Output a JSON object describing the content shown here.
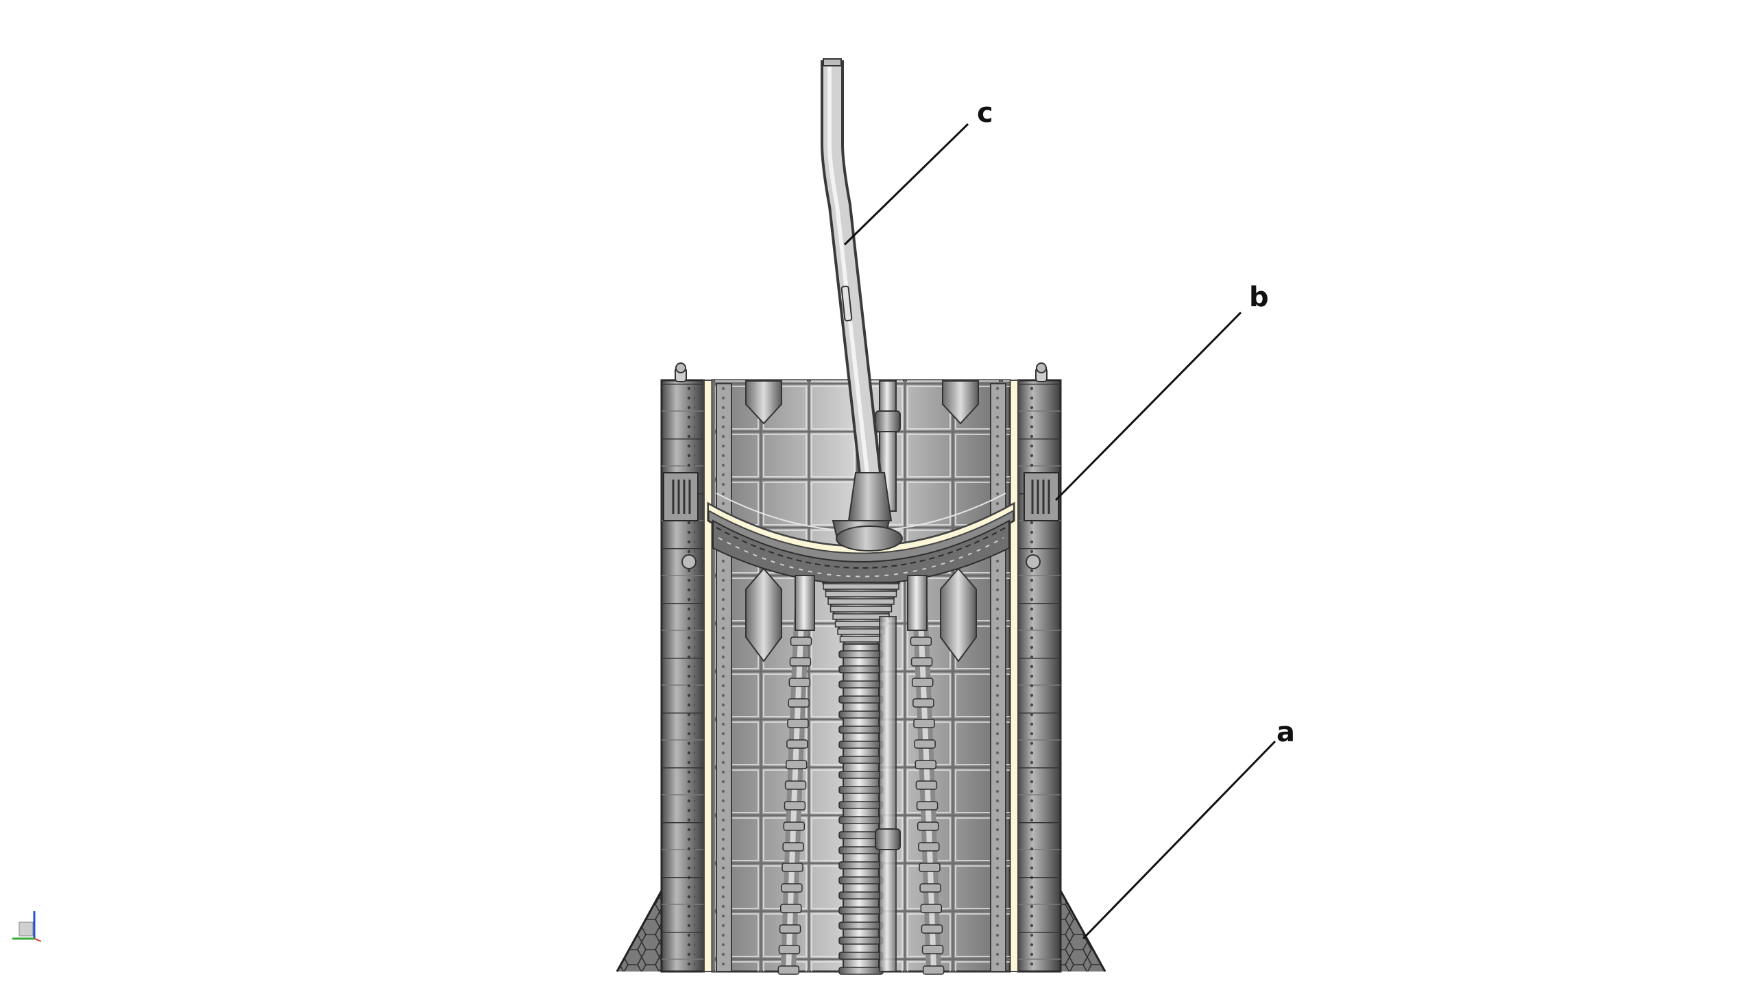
{
  "diagram": {
    "callouts": [
      {
        "id": "a",
        "label": "a"
      },
      {
        "id": "b",
        "label": "b"
      },
      {
        "id": "c",
        "label": "c"
      }
    ],
    "colors": {
      "background": "#ffffff",
      "steel_dark": "#5c5c5c",
      "steel_mid": "#9a9a9a",
      "steel_light": "#d4d4d4",
      "insulation": "#fbf6d8",
      "leader_line": "#111111"
    },
    "axis_triad_icon": "axis-triad-icon"
  }
}
